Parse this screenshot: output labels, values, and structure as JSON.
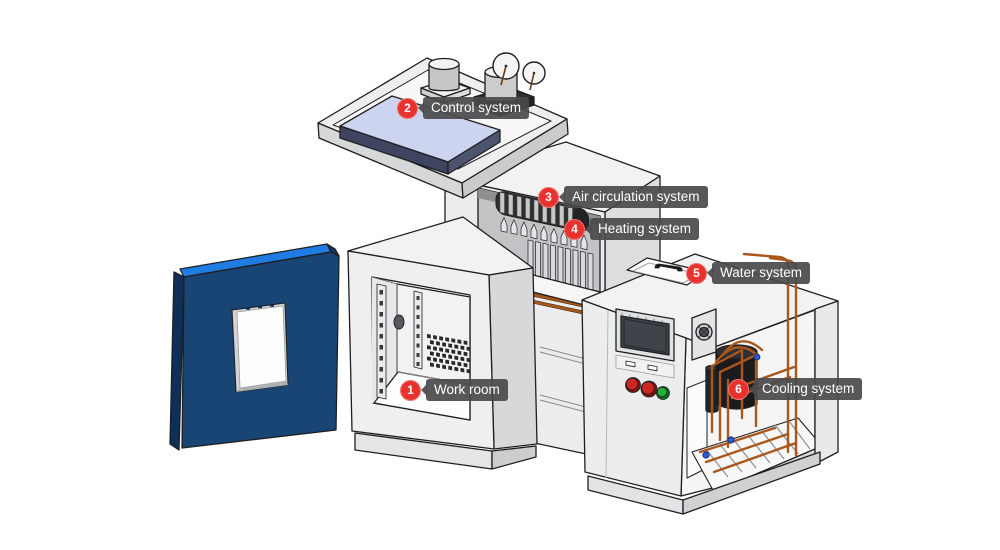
{
  "diagram": {
    "type": "exploded-view technical illustration of an environmental test chamber",
    "labels": [
      {
        "number": "1",
        "text": "Work room"
      },
      {
        "number": "2",
        "text": "Control system"
      },
      {
        "number": "3",
        "text": "Air circulation system"
      },
      {
        "number": "4",
        "text": "Heating system"
      },
      {
        "number": "5",
        "text": "Water system"
      },
      {
        "number": "6",
        "text": "Cooling system"
      }
    ],
    "colors": {
      "background": "#ffffff",
      "badge_red": "#e8322e",
      "label_bg": "#4a4a4c",
      "label_text": "#ffffff",
      "door_blue_face": "#184573",
      "door_blue_top_edge": "#1e7ce2",
      "door_blue_dark_edge": "#0f3461",
      "machine_light_gray": "#efeff0",
      "machine_shade_gray": "#d7d8da",
      "pcb_lavender": "#ccd4ef",
      "pcb_side": "#3f4560",
      "copper_pipe": "#a9571c",
      "compressor_black": "#1b1b1d",
      "button_red": "#cf2623",
      "button_green": "#23b33a",
      "screen_dark": "#3f444a"
    }
  }
}
